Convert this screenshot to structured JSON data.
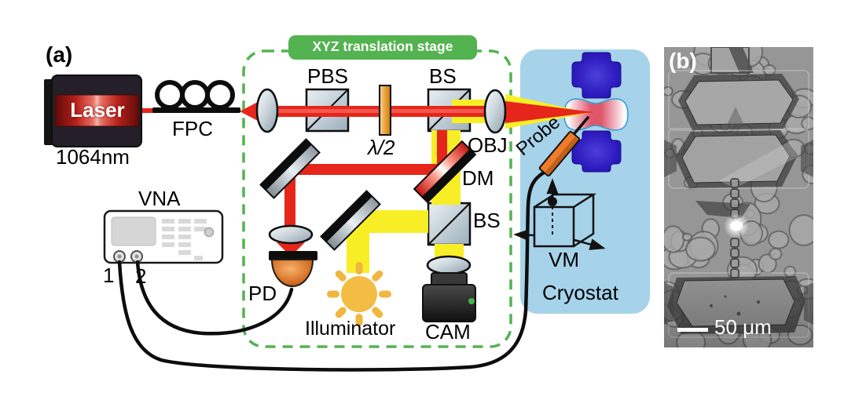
{
  "figure": {
    "panel_a_label": "(a)",
    "panel_b_label": "(b)"
  },
  "panel_a": {
    "laser": {
      "label": "Laser",
      "wavelength": "1064nm"
    },
    "fpc": {
      "label": "FPC"
    },
    "stage": {
      "label": "XYZ translation stage"
    },
    "optics": {
      "pbs": "PBS",
      "half_wave_plate": "λ/2",
      "bs_top": "BS",
      "objective": "OBJ",
      "dichroic_mirror": "DM",
      "bs_camera": "BS",
      "photodetector": "PD",
      "camera": "CAM",
      "illuminator": "Illuminator"
    },
    "vna": {
      "label": "VNA",
      "port1": "1",
      "port2": "2"
    },
    "cryostat": {
      "label": "Cryostat",
      "vibrometer": "VM",
      "probe": "Probe"
    }
  },
  "panel_b": {
    "scale_bar": "50 μm"
  },
  "colors": {
    "accent_green": "#53b350",
    "cryostat_blue": "#a6d3ea",
    "beam_red": "#e6261b",
    "beam_yellow": "#f8ee26",
    "sun_yellow": "#f3bc45",
    "probe_orange": "#ed7d2b",
    "fem_blue": "#2d1bbd",
    "fem_red": "#e0566a"
  }
}
